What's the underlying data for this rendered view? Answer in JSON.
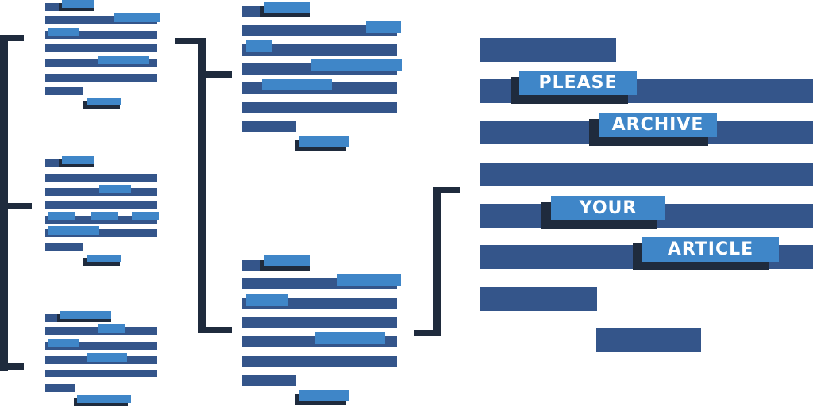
{
  "message": {
    "words": [
      "PLEASE",
      "ARCHIVE",
      "YOUR",
      "ARTICLE"
    ]
  },
  "colors": {
    "background": "#ffffff",
    "text_bar": "#34558a",
    "highlight": "#3f86c8",
    "bracket": "#1f2b3d"
  }
}
